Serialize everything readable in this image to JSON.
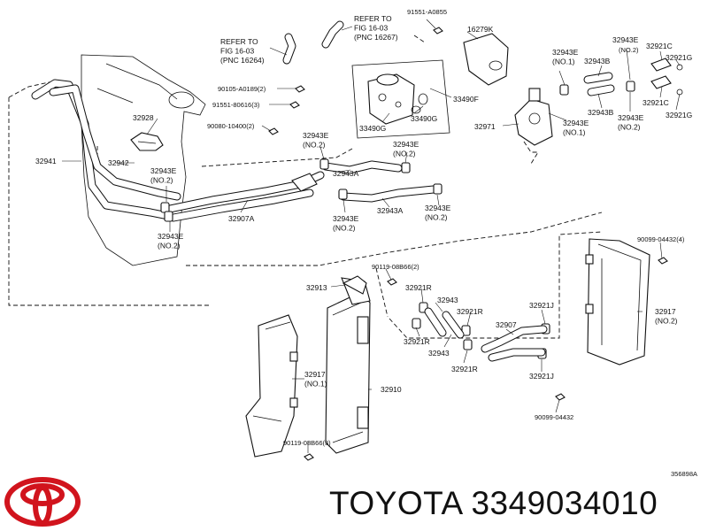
{
  "brand": {
    "name": "TOYOTA",
    "part_number": "3349034010",
    "logo_color": "#d1141d"
  },
  "figure_code": "356898A",
  "labels": {
    "refer_to_fig_left": "REFER TO\nFIG 16-03\n(PNC 16264)",
    "refer_to_fig_right": "REFER TO\nFIG 16-03\n(PNC 16267)",
    "l_91551_a0855": "91551-A0855",
    "l_16279k": "16279K",
    "l_90105_a0189": "90105-A0189(2)",
    "l_91551_80616": "91551-80616(3)",
    "l_90080_10400": "90080-10400(2)",
    "l_33490f": "33490F",
    "l_33490g_a": "33490G",
    "l_33490g_b": "33490G",
    "l_32928": "32928",
    "l_32941": "32941",
    "l_32942": "32942",
    "l_32943e_no2_a": "32943E\n(NO.2)",
    "l_32943e_no2_b": "32943E\n(NO.2)",
    "l_32943e_no2_c": "32943E\n(NO.2)",
    "l_32943e_no2_d": "32943E\n(NO.2)",
    "l_32943e_no2_e": "32943E\n(NO.2)",
    "l_32943e_no2_f": "32943E\n(NO.2)",
    "l_32943e_no2_g": "32943E\n(NO.2)",
    "l_32943e_no1_a": "32943E\n(NO.1)",
    "l_32943e_no1_b": "32943E\n(NO.1)",
    "l_32943e_plain": "32943E",
    "l_32943a_a": "32943A",
    "l_32943a_b": "32943A",
    "l_32943b_a": "32943B",
    "l_32943b_b": "32943B",
    "l_32907a": "32907A",
    "l_32971": "32971",
    "l_32921c_a": "32921C",
    "l_32921c_b": "32921C",
    "l_32921g_a": "32921G",
    "l_32921g_b": "32921G",
    "l_90099_04432_4": "90099-04432(4)",
    "l_90119_08b66_2": "90119-08B66(2)",
    "l_32913": "32913",
    "l_32921r_a": "32921R",
    "l_32921r_b": "32921R",
    "l_32921r_c": "32921R",
    "l_32921r_d": "32921R",
    "l_32943_a": "32943",
    "l_32943_b": "32943",
    "l_32907": "32907",
    "l_32921j_a": "32921J",
    "l_32921j_b": "32921J",
    "l_32917_no2": "32917\n(NO.2)",
    "l_32917_no1": "32917\n(NO.1)",
    "l_32910": "32910",
    "l_90099_04432": "90099-04432",
    "l_90119_08b66_3": "90119-08B66(3)"
  }
}
